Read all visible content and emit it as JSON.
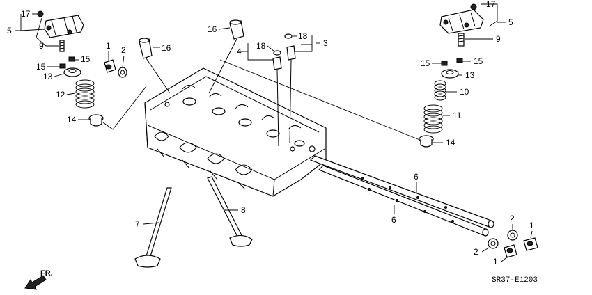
{
  "diagram": {
    "code": "SR37-E1203",
    "fr_label": "FR.",
    "callouts": {
      "c17_left": "17",
      "c5_left": "5",
      "c9_left": "9",
      "c15_left_a": "15",
      "c15_left_b": "15",
      "c13_left": "13",
      "c12_left": "12",
      "c14_left": "14",
      "c1_left": "1",
      "c2_left": "2",
      "c16_left": "16",
      "c16_top": "16",
      "c4": "4",
      "c18_a": "18",
      "c18_b": "18",
      "c3": "3",
      "c17_right": "17",
      "c5_right": "5",
      "c9_right": "9",
      "c15_right_a": "15",
      "c15_right_b": "15",
      "c13_right": "13",
      "c10": "10",
      "c11": "11",
      "c14_right": "14",
      "c6_a": "6",
      "c6_b": "6",
      "c7": "7",
      "c8": "8",
      "c2_right_a": "2",
      "c1_right_a": "1",
      "c2_right_b": "2",
      "c1_right_b": "1"
    }
  }
}
